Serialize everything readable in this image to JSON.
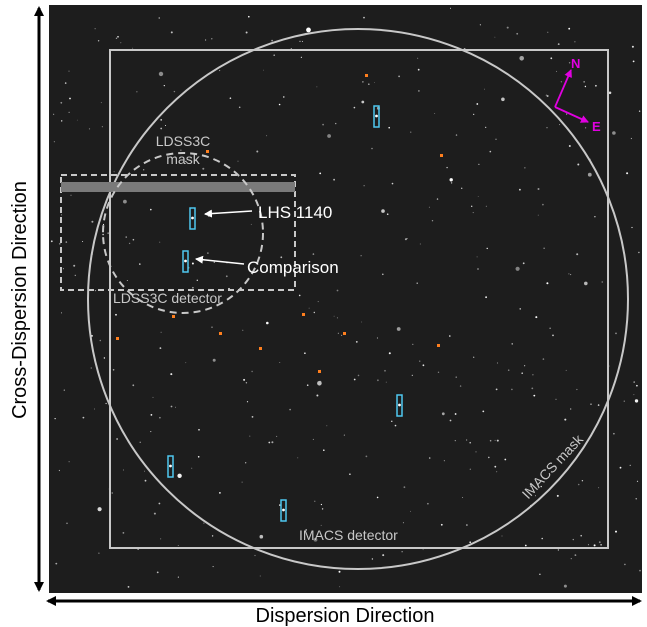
{
  "title": "",
  "axes": {
    "horizontal_label": "Dispersion Direction",
    "vertical_label": "Cross-Dispersion Direction"
  },
  "regions": {
    "imacs_detector_label": "IMACS detector",
    "imacs_mask_label": "IMACS mask",
    "ldss3c_mask_label_line1": "LDSS3C",
    "ldss3c_mask_label_line2": "mask",
    "ldss3c_detector_label": "LDSS3C detector"
  },
  "targets": {
    "target_label": "LHS 1140",
    "comparison_label": "Comparison"
  },
  "compass": {
    "north": "N",
    "east": "E"
  },
  "colors": {
    "sky_background": "#1d1d1d",
    "outline_grey": "#c8c8c8",
    "slit_cyan": "#4fc8f0",
    "orange_markers": "#ff7f1e",
    "compass_magenta": "#e000e0",
    "detector_gap": "#7a7a7a"
  }
}
